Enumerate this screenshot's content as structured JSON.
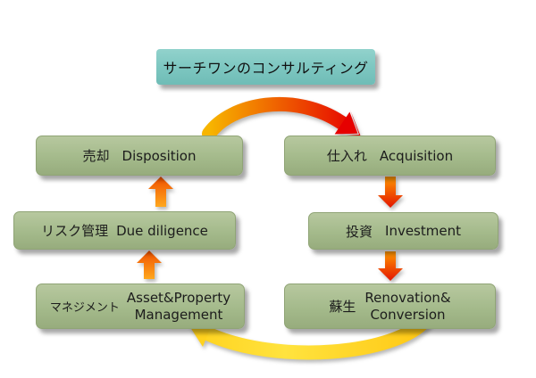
{
  "title": {
    "label": "サーチワンのコンサルティング"
  },
  "nodes": {
    "disposition": {
      "jp": "売却",
      "en": "Disposition"
    },
    "acquisition": {
      "jp": "仕入れ",
      "en": "Acquisition"
    },
    "due_diligence": {
      "jp": "リスク管理",
      "en": "Due diligence"
    },
    "investment": {
      "jp": "投資",
      "en": "Investment"
    },
    "management": {
      "jp": "マネジメント",
      "en_line1": "Asset&Property",
      "en_line2": "Management"
    },
    "renovation": {
      "jp": "蘇生",
      "en_line1": "Renovation&",
      "en_line2": "Conversion"
    }
  },
  "cycle_order": [
    "acquisition",
    "investment",
    "renovation",
    "management",
    "due_diligence",
    "disposition"
  ],
  "colors": {
    "node_green": "#a4ba8b",
    "title_teal": "#7cc6c0",
    "arrow_red": "#e60000",
    "arrow_orange": "#ff9800",
    "arrow_yellow": "#ffd21e",
    "text": "#1c1c1c",
    "background": "#ffffff"
  }
}
